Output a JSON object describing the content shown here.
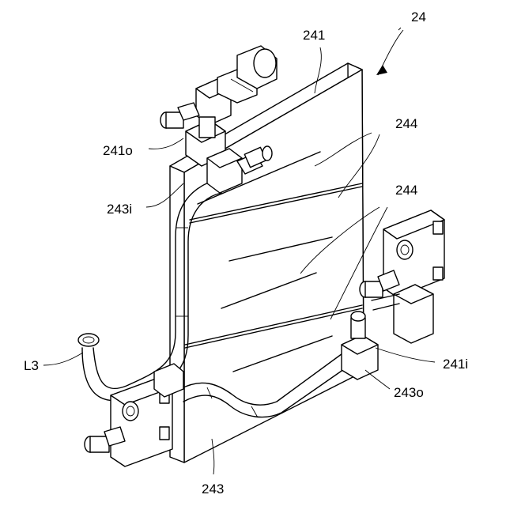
{
  "labels": {
    "assembly": "24",
    "plate": "241",
    "plate_outlet": "241o",
    "plate_inlet": "241i",
    "grooves_upper": "244",
    "grooves_lower": "244",
    "pipe": "243",
    "pipe_inlet": "243i",
    "pipe_outlet": "243o",
    "line": "L3"
  }
}
